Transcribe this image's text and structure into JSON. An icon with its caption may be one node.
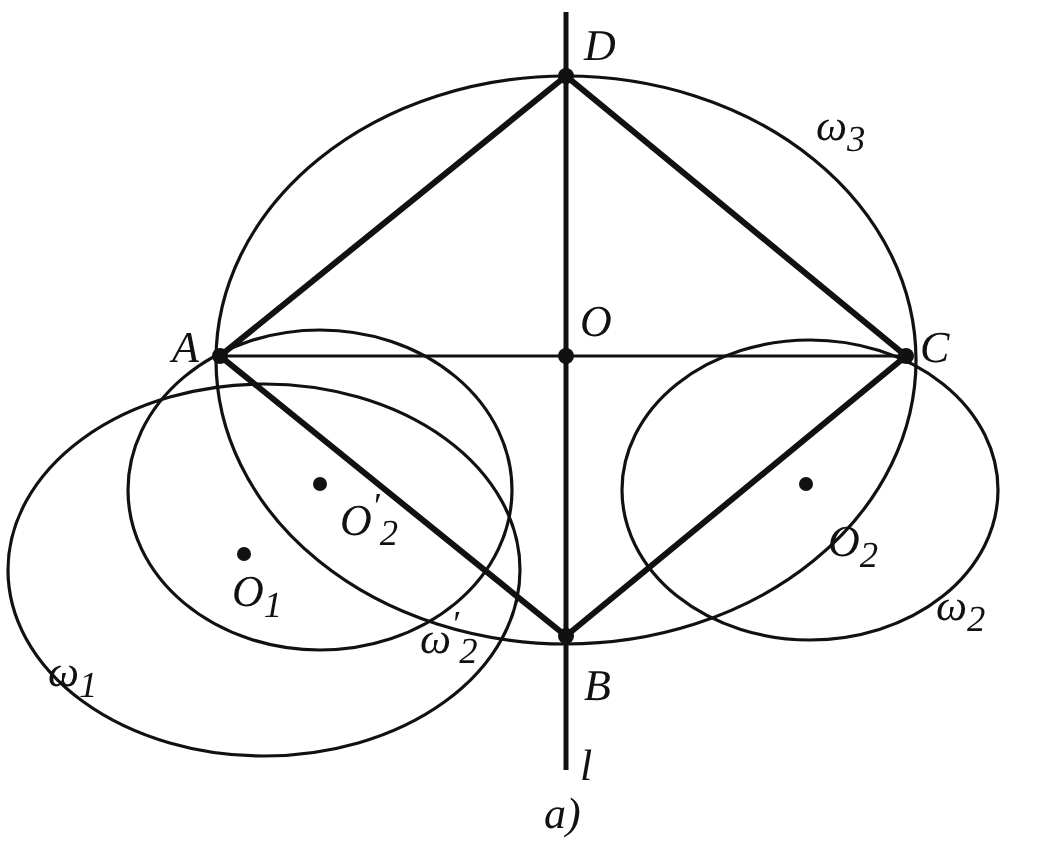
{
  "diagram": {
    "labels": [
      "D",
      "ω$_{3}$",
      "A",
      "O",
      "C",
      "O$^{′}$$_{2}$",
      "O$_{1}$",
      "O$_{2}$",
      "ω$^{′}$$_{2}$",
      "ω$_{2}$",
      "ω$_{1}$",
      "B",
      "l",
      "a)"
    ]
  }
}
